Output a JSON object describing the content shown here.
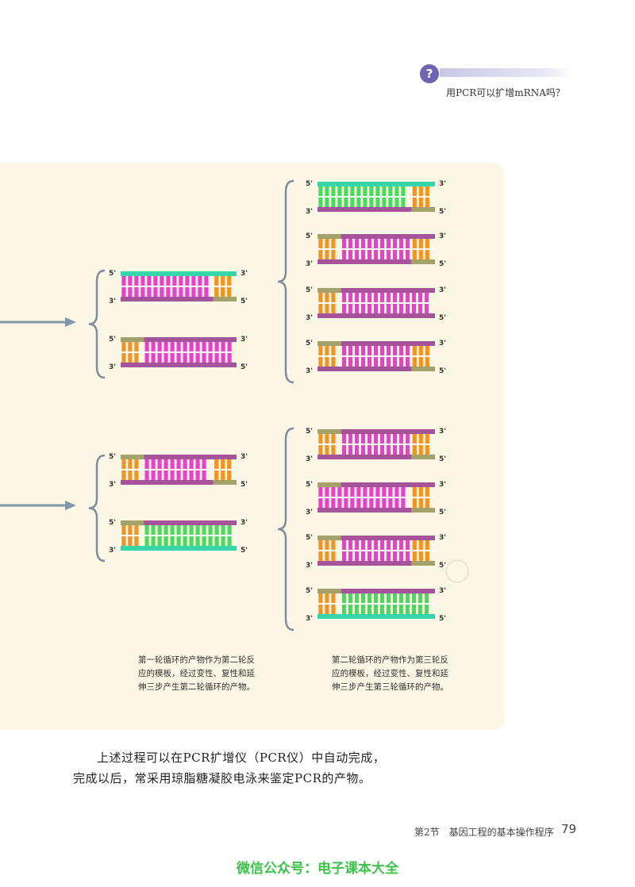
{
  "sidebar": {
    "icon": "question-icon",
    "question": "用PCR可以扩增mRNA吗？"
  },
  "strand_labels": {
    "five": "5'",
    "three": "3'"
  },
  "colors": {
    "primer_teal": "#35d6aa",
    "template_purple": "#a5539a",
    "primer_olive": "#a3a26a",
    "base_pink": "#ec3fcf",
    "base_orange": "#f19423",
    "base_green": "#48dc5c",
    "panel_bg": "#fbf7e4",
    "arrow": "#7f98aa"
  },
  "diagram": {
    "caption_round2": "第一轮循环的产物作为第二轮反应的模板，经过变性、复性和延伸三步产生第二轮循环的产物。",
    "caption_round3": "第二轮循环的产物作为第三轮反应的模板，经过变性、复性和延伸三步产生第三轮循环的产物。",
    "caption_round2_lines": [
      "第一轮循环的产物作为第二轮反",
      "应的模板，经过变性、复性和延",
      "伸三步产生第二轮循环的产物。"
    ],
    "caption_round3_lines": [
      "第二轮循环的产物作为第三轮反",
      "应的模板，经过变性、复性和延",
      "伸三步产生第三轮循环的产物。"
    ]
  },
  "body_text": {
    "line1": "上述过程可以在PCR扩增仪（PCR仪）中自动完成，",
    "line2": "完成以后，常采用琼脂糖凝胶电泳来鉴定PCR的产物。"
  },
  "footer": {
    "section": "第2节　基因工程的基本操作程序",
    "page_number": "79"
  },
  "watermark": "微信公众号：电子课本大全"
}
